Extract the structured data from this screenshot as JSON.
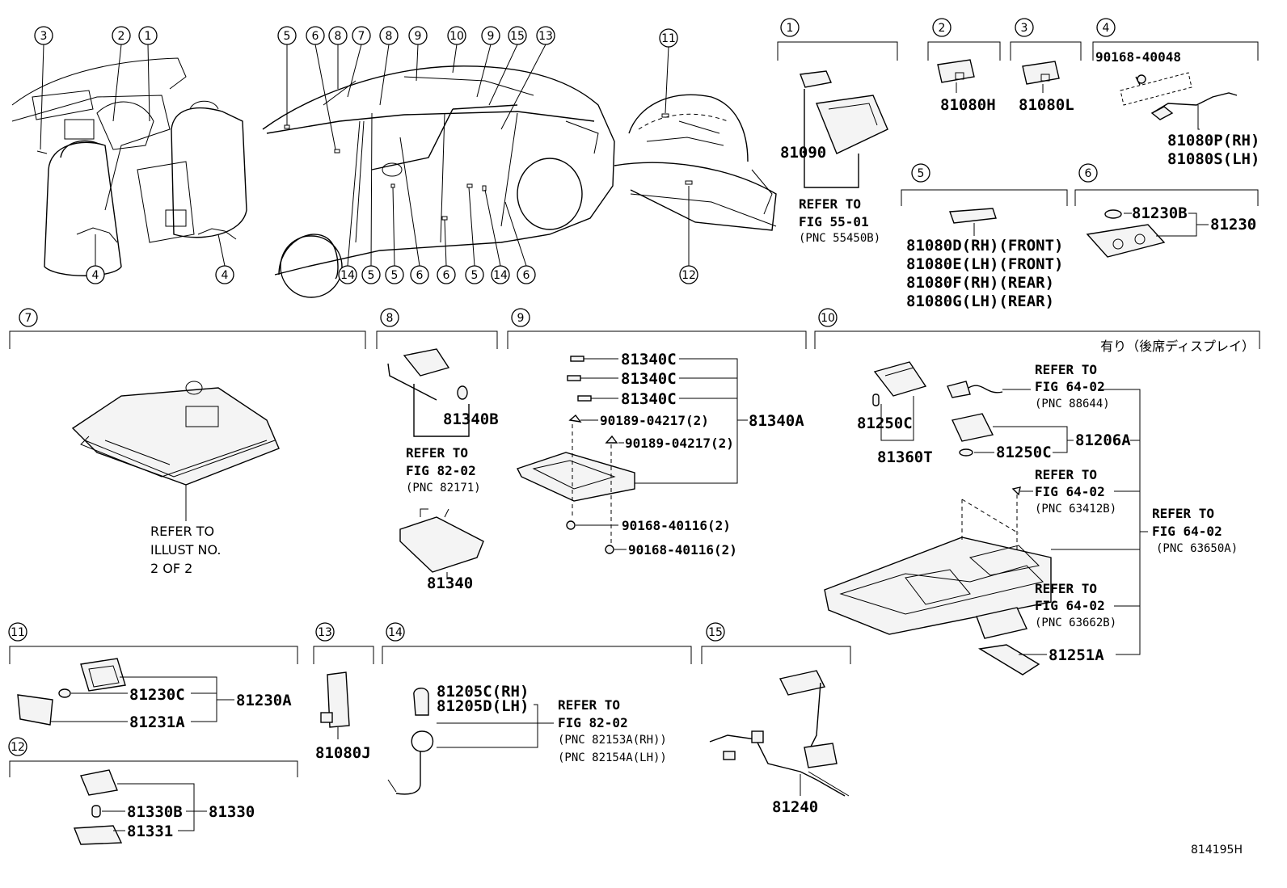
{
  "callouts_top": {
    "seat_area": [
      "3",
      "2",
      "1",
      "4",
      "4"
    ],
    "car_top_row": [
      "5",
      "6",
      "8",
      "7",
      "8",
      "9",
      "10",
      "9",
      "15",
      "13"
    ],
    "car_bottom_row": [
      "14",
      "5",
      "5",
      "6",
      "6",
      "5",
      "14",
      "6"
    ],
    "trunk": [
      "11",
      "12"
    ]
  },
  "section_labels": [
    "1",
    "2",
    "3",
    "4",
    "5",
    "6",
    "7",
    "8",
    "9",
    "10",
    "11",
    "12",
    "13",
    "14",
    "15"
  ],
  "section1": {
    "part": "81090",
    "refer": "REFER TO",
    "fig": "FIG 55-01",
    "pnc": "(PNC 55450B)"
  },
  "section2": {
    "part": "81080H"
  },
  "section3": {
    "part": "81080L"
  },
  "section4": {
    "bolt": "90168-40048",
    "part_rh": "81080P(RH)",
    "part_lh": "81080S(LH)"
  },
  "section5": {
    "parts": [
      "81080D(RH)(FRONT)",
      "81080E(LH)(FRONT)",
      "81080F(RH)(REAR)",
      "81080G(LH)(REAR)"
    ]
  },
  "section6": {
    "bulb": "81230B",
    "assy": "81230"
  },
  "section7": {
    "refer_lines": [
      "REFER TO",
      "ILLUST NO.",
      "2 OF 2"
    ]
  },
  "section8": {
    "bulb": "81340B",
    "refer": "REFER TO",
    "fig": "FIG 82-02",
    "pnc": "(PNC 82171)",
    "lamp": "81340"
  },
  "section9": {
    "bulbs": [
      "81340C",
      "81340C",
      "81340C"
    ],
    "clip1": "90189-04217(2)",
    "clip2": "90189-04217(2)",
    "assy": "81340A",
    "screw1": "90168-40116(2)",
    "screw2": "90168-40116(2)"
  },
  "section10": {
    "note": "有り（後席ディスプレイ）",
    "refer1": {
      "t": "REFER TO",
      "f": "FIG 64-02",
      "p": "(PNC 88644)"
    },
    "bulb_a": "81250C",
    "bulb_b": "81250C",
    "socket": "81360T",
    "assy": "81206A",
    "refer2": {
      "t": "REFER TO",
      "f": "FIG 64-02",
      "p": "(PNC 63412B)"
    },
    "refer3": {
      "t": "REFER TO",
      "f": "FIG 64-02",
      "p": "(PNC 63650A)"
    },
    "refer4": {
      "t": "REFER TO",
      "f": "FIG 64-02",
      "p": "(PNC 63662B)"
    },
    "lens": "81251A"
  },
  "section11": {
    "bulb": "81230C",
    "lens": "81231A",
    "assy": "81230A"
  },
  "section12": {
    "bulb": "81330B",
    "lens": "81331",
    "assy": "81330"
  },
  "section13": {
    "part": "81080J"
  },
  "section14": {
    "rh": "81205C(RH)",
    "lh": "81205D(LH)",
    "refer": "REFER TO",
    "fig": "FIG 82-02",
    "pnc1": "(PNC 82153A(RH))",
    "pnc2": "(PNC 82154A(LH))"
  },
  "section15": {
    "part": "81240"
  },
  "diagram_id": "814195H"
}
